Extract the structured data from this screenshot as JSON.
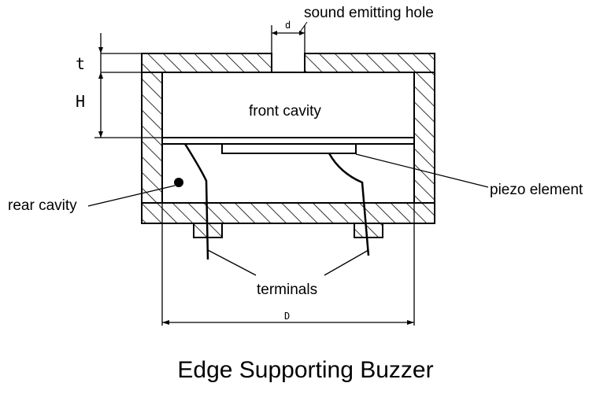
{
  "diagram": {
    "labels": {
      "sound_hole": "sound emitting hole",
      "hole_dim": "d",
      "thickness_dim": "t",
      "height_dim": "H",
      "front_cavity": "front cavity",
      "rear_cavity": "rear cavity",
      "piezo": "piezo element",
      "terminals": "terminals",
      "diameter_dim": "D"
    },
    "title": "Edge Supporting Buzzer",
    "colors": {
      "ink": "#000000",
      "background": "#ffffff"
    }
  }
}
